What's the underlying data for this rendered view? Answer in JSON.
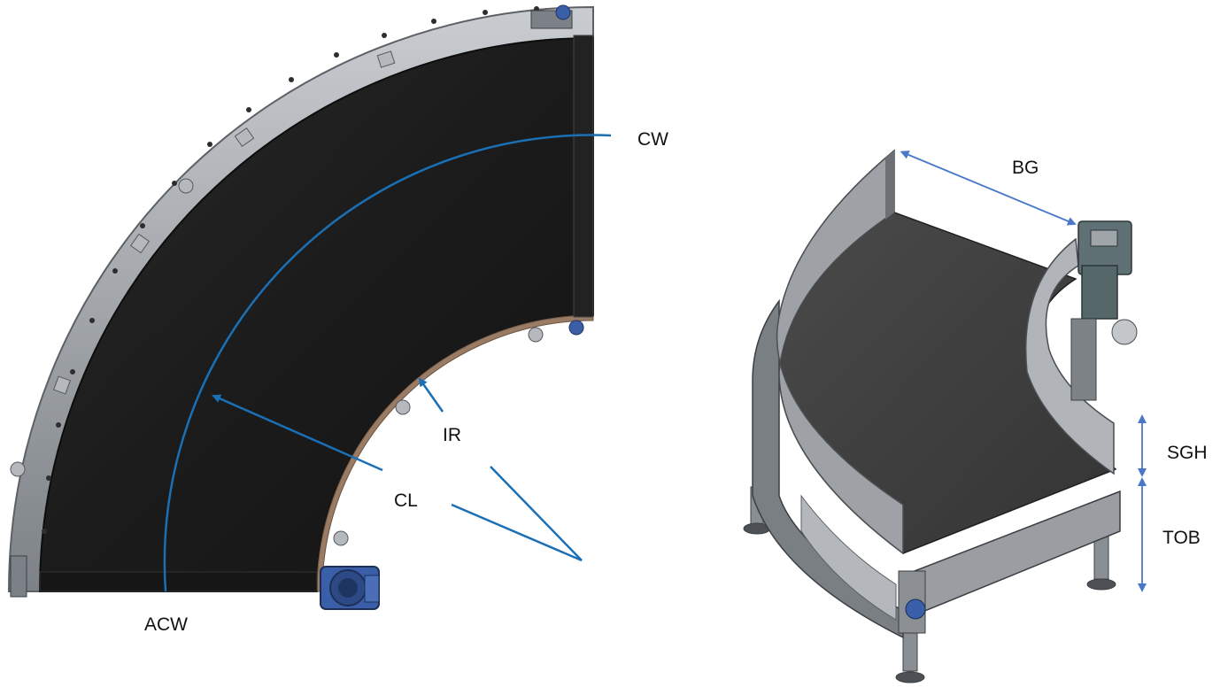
{
  "labels": {
    "cw": "CW",
    "acw": "ACW",
    "ir": "IR",
    "cl": "CL",
    "bg": "BG",
    "sgh": "SGH",
    "tob": "TOB"
  },
  "colors": {
    "belt": "#1c1c1c",
    "frame": "#9ea3a8",
    "frame_dark": "#6f757b",
    "side_guide": "#8f9397",
    "annotation": "#1a6fb5",
    "motor": "#3a5fa8",
    "text": "#111111"
  },
  "icons": {
    "motor_top_view": "electric-motor-icon",
    "gear_motor_3d": "gear-motor-icon"
  }
}
